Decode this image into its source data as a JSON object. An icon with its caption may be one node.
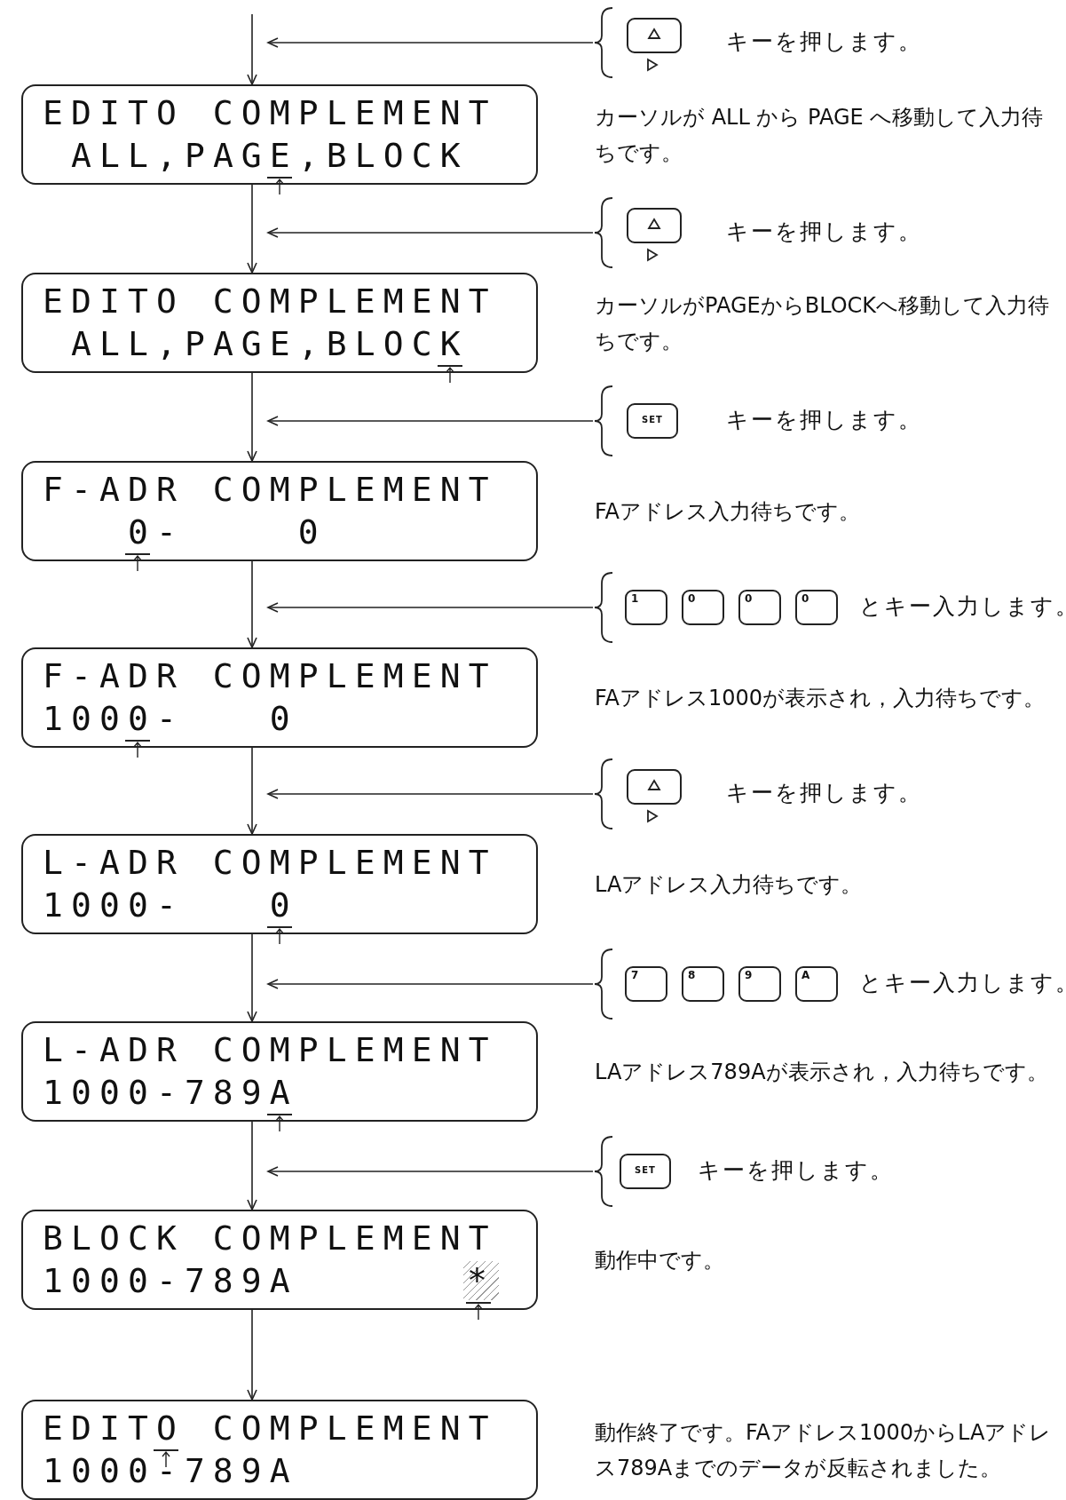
{
  "diagram": {
    "nodes": [
      {
        "text": [
          "キーを押します。"
        ]
      },
      {
        "text": [],
        "shape": "box",
        "in": 0
      },
      {
        "text": [
          "EDITO COMPLEMENT",
          "ALL,PAGE,BLOCK"
        ],
        "beside": [
          "カーソルが ALL から PAGE へ移動して入力待ちです。"
        ]
      },
      {
        "text": [
          "キーを押します。"
        ]
      },
      {
        "text": [],
        "shape": "box",
        "in": 3
      },
      {
        "text": [
          "EDITO COMPLEMENT",
          "ALL,PAGE,BLOCK"
        ],
        "beside": [
          "カーソルがPAGEからBLOCKへ移動して入力待ちです。"
        ]
      },
      {
        "text": [
          "キーを押します。"
        ]
      },
      {
        "text": [
          "SET"
        ],
        "in": 6
      },
      {
        "text": [
          "F-ADR COMPLEMENT",
          "0-    0"
        ],
        "beside": [
          "FAアドレス入力待ちです。"
        ]
      },
      {
        "text": [
          "とキー入力します。"
        ]
      },
      {
        "text": [
          "1"
        ],
        "in": 9
      },
      {
        "text": [
          "0"
        ],
        "in": 9
      },
      {
        "text": [
          "0"
        ],
        "in": 9
      },
      {
        "text": [
          "0"
        ],
        "in": 9
      },
      {
        "text": [
          "F-ADR COMPLEMENT",
          "1000-   0"
        ],
        "beside": [
          "FAアドレス1000が表示され，入力待ちです。"
        ]
      },
      {
        "text": [
          "キーを押します。"
        ]
      },
      {
        "text": [],
        "shape": "box",
        "in": 15
      },
      {
        "text": [
          "L-ADR COMPLEMENT",
          "1000-   0"
        ],
        "beside": [
          "LAアドレス入力待ちです。"
        ]
      },
      {
        "text": [
          "とキー入力します。"
        ]
      },
      {
        "text": [
          "7"
        ],
        "in": 18
      },
      {
        "text": [
          "8"
        ],
        "in": 18
      },
      {
        "text": [
          "9"
        ],
        "in": 18
      },
      {
        "text": [
          "A"
        ],
        "in": 18
      },
      {
        "text": [
          "L-ADR COMPLEMENT",
          "1000-789A"
        ],
        "beside": [
          "LAアドレス789Aが表示され，入力待ちです。"
        ]
      },
      {
        "text": [
          "キーを押します。"
        ]
      },
      {
        "text": [
          "SET"
        ],
        "in": 24
      },
      {
        "text": [
          "BLOCK COMPLEMENT",
          "1000-789A",
          "*"
        ],
        "beside": [
          "動作中です。"
        ]
      },
      {
        "text": [
          "EDITO COMPLEMENT",
          "1000-789A"
        ],
        "beside": [
          "動作終了です。FAアドレス1000からLAアドレス789Aまでのデータが反転されました。"
        ]
      }
    ],
    "edges": [
      {
        "from": null,
        "to": 2,
        "arrow": "to"
      },
      {
        "from": 2,
        "to": 5,
        "arrow": "to"
      },
      {
        "from": 5,
        "to": 8,
        "arrow": "to"
      },
      {
        "from": 8,
        "to": 14,
        "arrow": "to"
      },
      {
        "from": 14,
        "to": 17,
        "arrow": "to"
      },
      {
        "from": 17,
        "to": 23,
        "arrow": "to"
      },
      {
        "from": 23,
        "to": 26,
        "arrow": "to"
      },
      {
        "from": 26,
        "to": 27,
        "arrow": "to"
      },
      {
        "from": 0,
        "to": null,
        "arrow": "to"
      },
      {
        "from": 3,
        "to": null,
        "arrow": "to"
      },
      {
        "from": 6,
        "to": null,
        "arrow": "to"
      },
      {
        "from": 9,
        "to": null,
        "arrow": "to"
      },
      {
        "from": 15,
        "to": null,
        "arrow": "to"
      },
      {
        "from": 18,
        "to": null,
        "arrow": "to"
      },
      {
        "from": 24,
        "to": null,
        "arrow": "to"
      }
    ]
  }
}
